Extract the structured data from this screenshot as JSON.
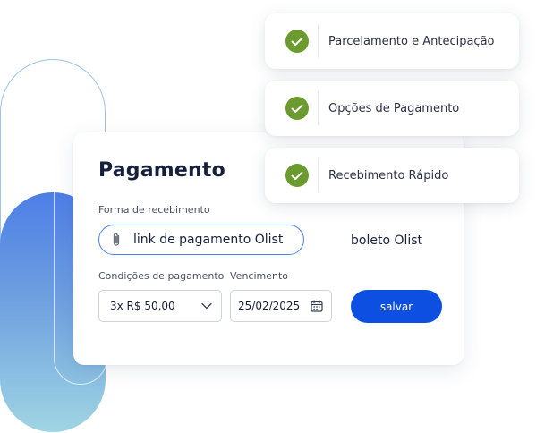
{
  "card": {
    "title": "Pagamento",
    "receipt_label": "Forma de recebimento",
    "payment_link_option": "link de pagamento Olist",
    "boleto_option": "boleto Olist",
    "conditions_label": "Condições de pagamento",
    "conditions_value": "3x R$ 50,00",
    "due_label": "Vencimento",
    "due_value": "25/02/2025",
    "save_label": "salvar"
  },
  "features": [
    {
      "label": "Parcelamento e Antecipação",
      "icon": "check-icon"
    },
    {
      "label": "Opções de Pagamento",
      "icon": "check-icon"
    },
    {
      "label": "Recebimento Rápido",
      "icon": "check-icon"
    }
  ],
  "colors": {
    "primary_button": "#0d4fe0",
    "selected_border": "#4a86e8",
    "check_green": "#6b9a2e"
  }
}
